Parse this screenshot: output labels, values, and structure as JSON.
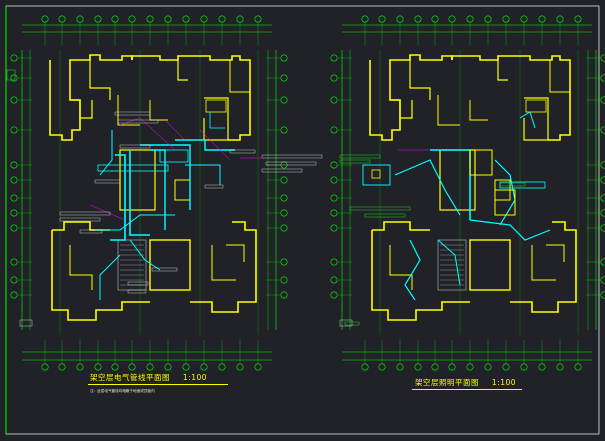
{
  "drawings": [
    {
      "title": "架空层电气管线平面图",
      "scale": "1:100",
      "note": "注：此层电气管线均暗敷于地面或顶板内"
    },
    {
      "title": "架空层照明平面图",
      "scale": "1:100"
    }
  ],
  "colors": {
    "background": "#202228",
    "walls": "#ffff00",
    "dimensions": "#00ff00",
    "wiring": "#00ffff",
    "annotation": "#ff00ff",
    "text": "#ffffff"
  }
}
